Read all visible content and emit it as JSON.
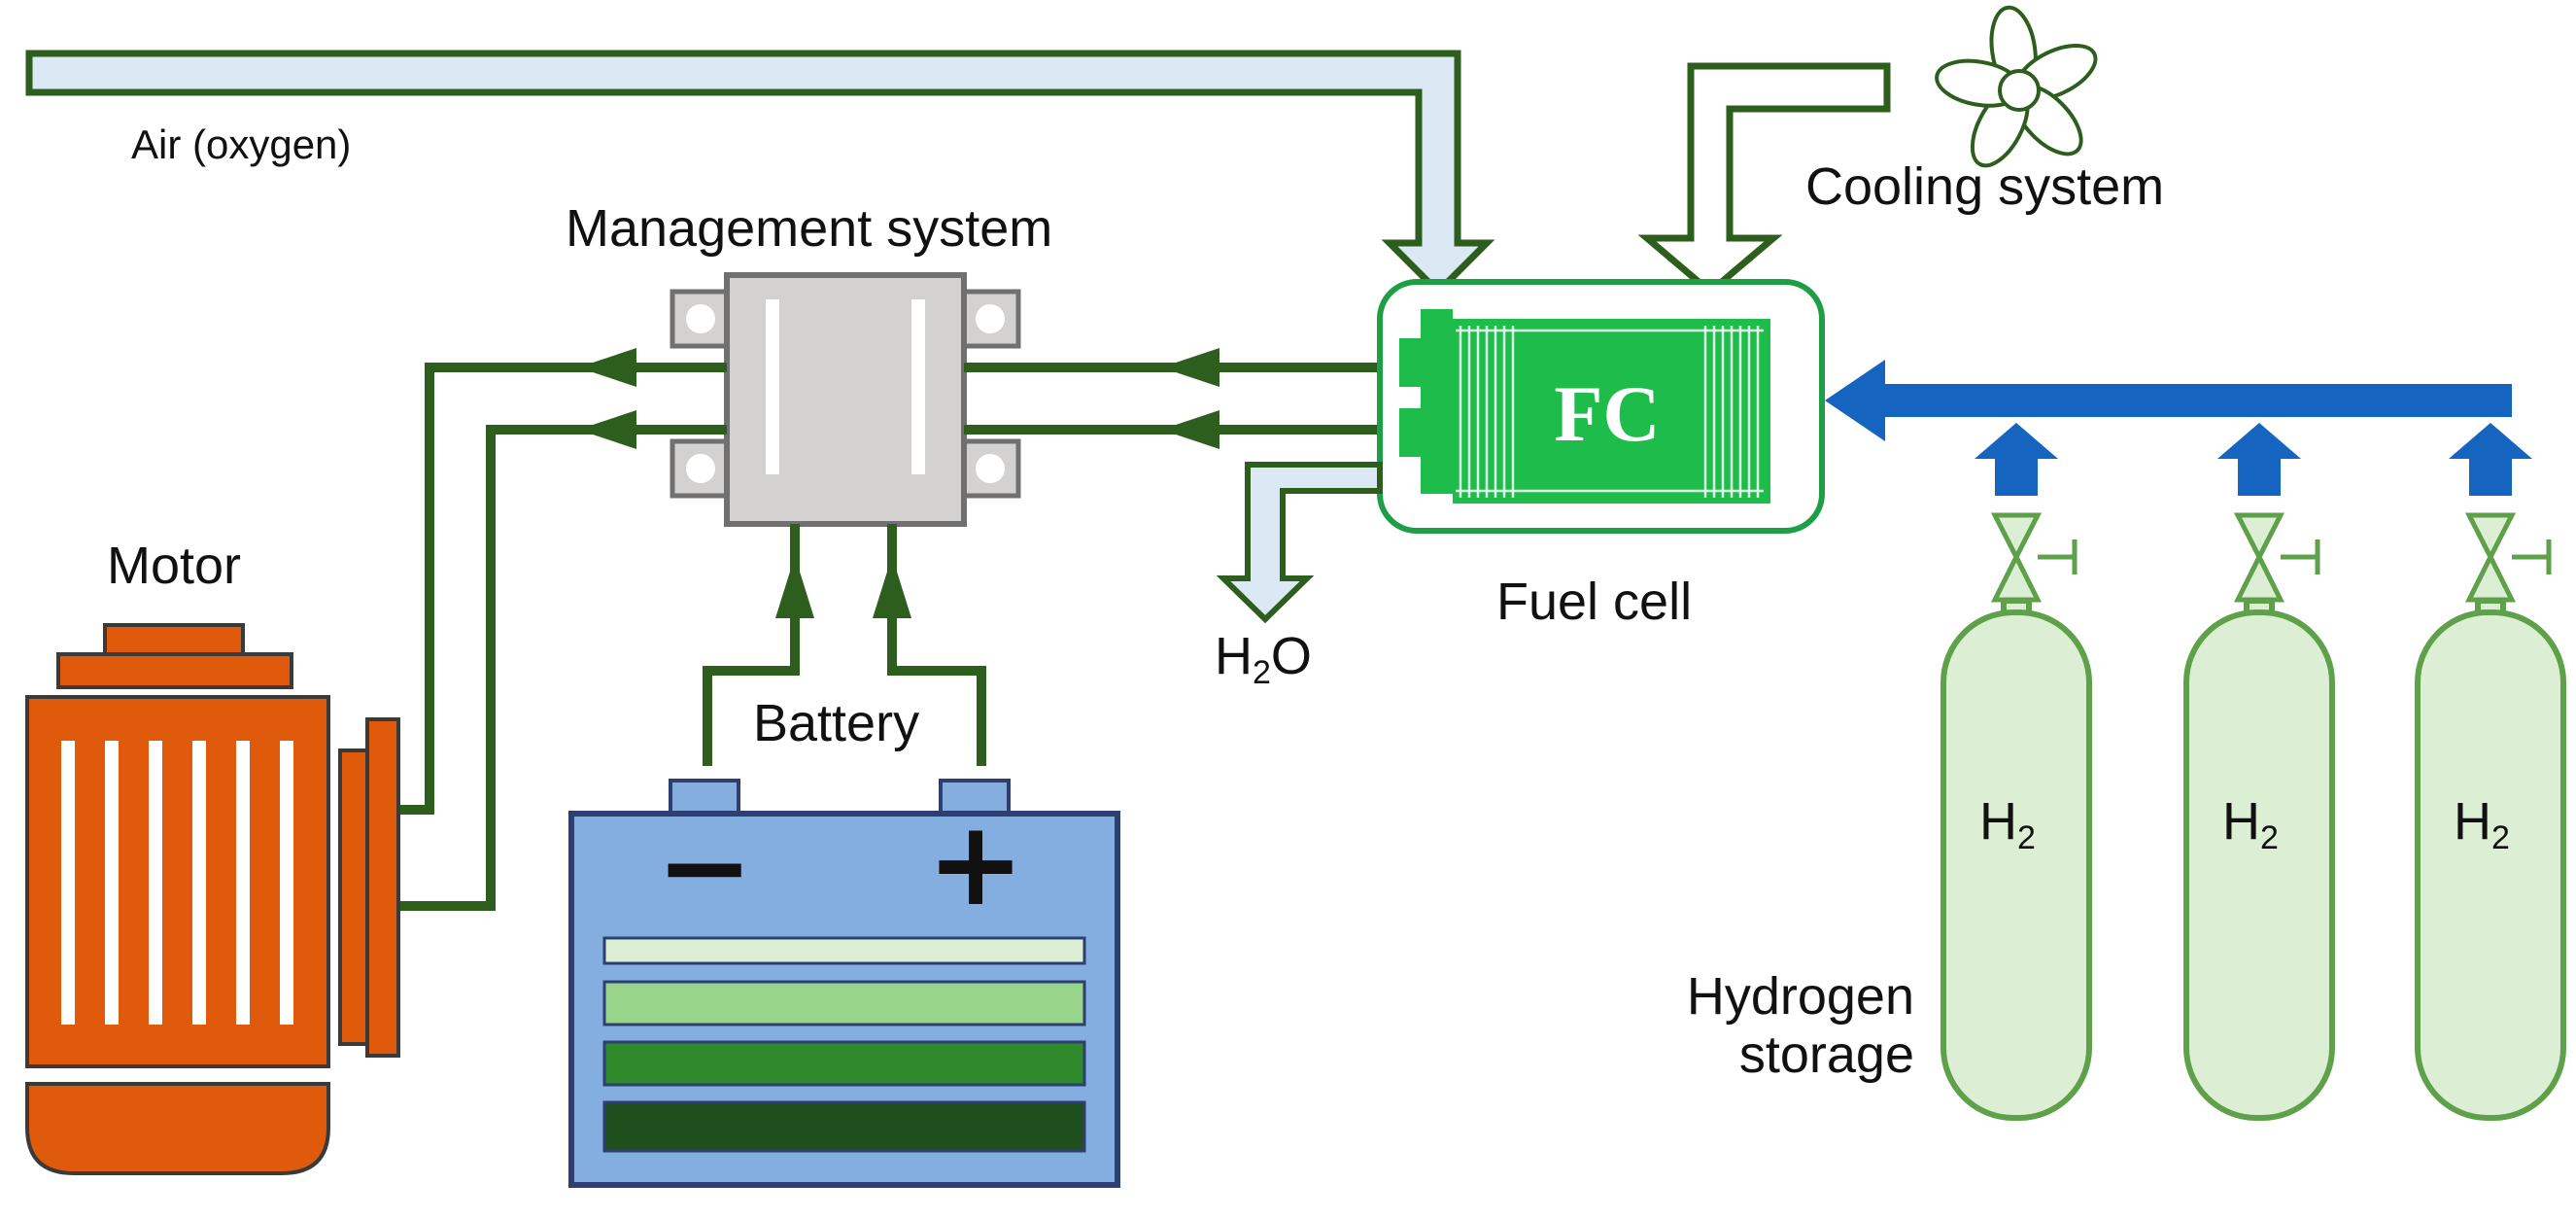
{
  "labels": {
    "air": "Air (oxygen)",
    "management": "Management system",
    "cooling": "Cooling system",
    "motor": "Motor",
    "battery": "Battery",
    "fuel_cell": "Fuel cell",
    "fc_badge": "FC",
    "water": "H",
    "water_sub": "2",
    "water_tail": "O",
    "hydrogen_storage_line1": "Hydrogen",
    "hydrogen_storage_line2": "storage"
  },
  "battery_terminals": {
    "negative": "−",
    "positive": "+"
  },
  "tanks": [
    {
      "label": "H",
      "sub": "2"
    },
    {
      "label": "H",
      "sub": "2"
    },
    {
      "label": "H",
      "sub": "2"
    }
  ],
  "colors": {
    "dark_green": "#2d5e1e",
    "light_blue_fill": "#dbe9f4",
    "fuel_cell_green": "#1ebc4a",
    "fuel_cell_border": "#1e9f45",
    "hydrogen_blue": "#1565c0",
    "motor_orange": "#e05a0c",
    "battery_blue": "#84aee0",
    "tank_fill": "#dcefd4",
    "tank_border": "#5fa14a",
    "management_grey": "#d4d1d1"
  }
}
